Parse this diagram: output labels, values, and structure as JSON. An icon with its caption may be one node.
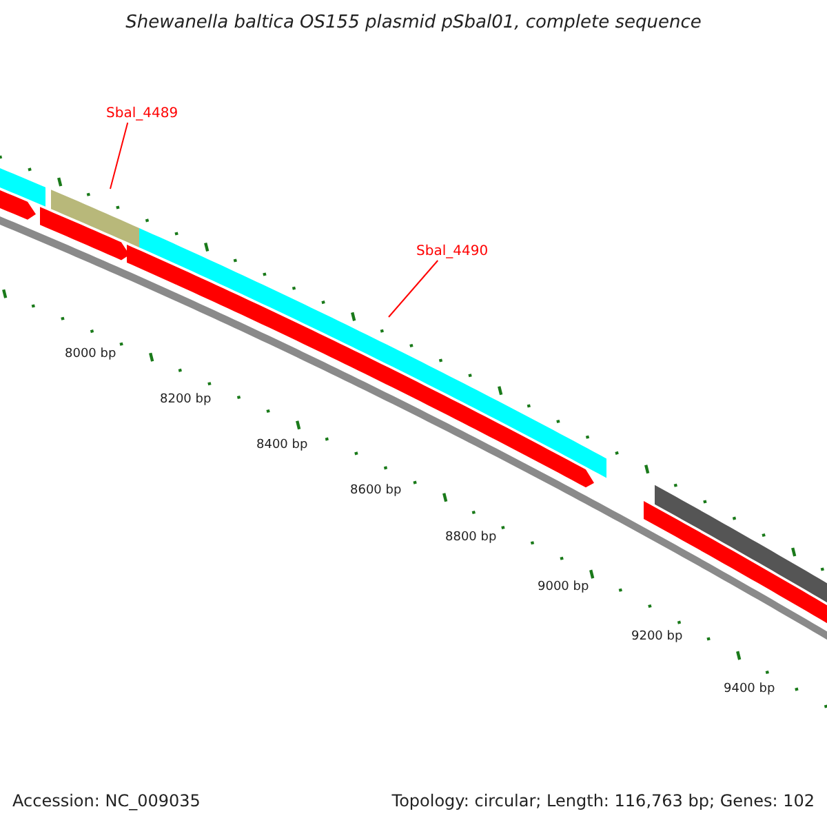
{
  "diagram": {
    "title": "Shewanella baltica OS155 plasmid pSbal01, complete sequence",
    "nodes": [
      {
        "text": [
          "Sbal_4489"
        ]
      },
      {
        "text": [],
        "shape": "bar"
      },
      {
        "text": [
          "Sbal_4490"
        ]
      },
      {
        "text": [],
        "shape": "bar"
      }
    ],
    "edges": [
      {
        "from": 0,
        "to": 1,
        "arrow": "none"
      },
      {
        "from": 2,
        "to": 3,
        "arrow": "none"
      }
    ],
    "labels": [
      "8000 bp",
      "8200 bp",
      "8400 bp",
      "8600 bp",
      "8800 bp",
      "9000 bp",
      "9200 bp",
      "9400 bp",
      "Accession: NC_009035",
      "Topology: circular; Length: 116,763 bp; Genes: 102"
    ]
  }
}
